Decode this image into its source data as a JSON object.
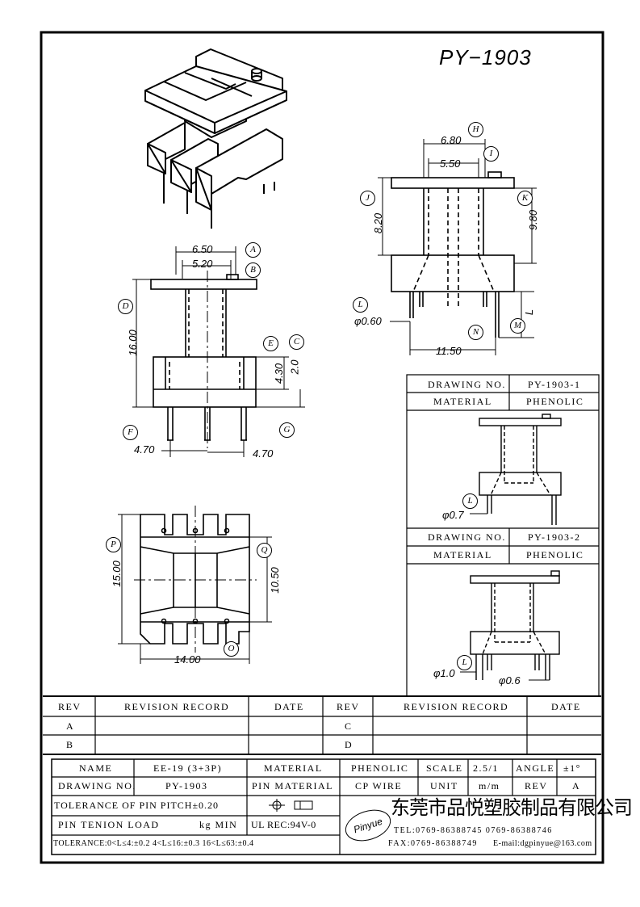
{
  "title": "PY−1903",
  "views": {
    "top": {
      "A": "A",
      "B": "B",
      "C": "C",
      "D": "D",
      "E": "E",
      "F": "F",
      "G": "G",
      "dim_a": "6.50",
      "dim_b": "5.20",
      "dim_d": "16.00",
      "dim_e": "4.30",
      "dim_c": "2.0",
      "dim_f": "4.70",
      "dim_g": "4.70"
    },
    "side": {
      "H": "H",
      "I": "I",
      "J": "J",
      "K": "K",
      "L": "L",
      "M": "M",
      "N": "N",
      "dim_h": "6.80",
      "dim_i": "5.50",
      "dim_j": "8.20",
      "dim_k": "9.80",
      "dim_l": "φ0.60",
      "dim_n": "11.50",
      "dim_m": "L"
    },
    "bottom": {
      "P": "P",
      "Q": "Q",
      "O": "O",
      "dim_p": "15.00",
      "dim_q": "10.50",
      "dim_o": "14.00"
    },
    "variant1": {
      "L": "L",
      "dim": "φ0.7"
    },
    "variant2": {
      "L": "L",
      "dim1": "φ1.0",
      "dim2": "φ0.6"
    }
  },
  "variant_tables": [
    {
      "drawing_no_label": "DRAWING NO.",
      "drawing_no": "PY-1903-1",
      "material_label": "MATERIAL",
      "material": "PHENOLIC"
    },
    {
      "drawing_no_label": "DRAWING NO.",
      "drawing_no": "PY-1903-2",
      "material_label": "MATERIAL",
      "material": "PHENOLIC"
    }
  ],
  "revision": {
    "headers": [
      "REV",
      "REVISION RECORD",
      "DATE",
      "REV",
      "REVISION RECORD",
      "DATE"
    ],
    "rows": [
      {
        "rev1": "A",
        "rec1": "",
        "date1": "",
        "rev2": "C",
        "rec2": "",
        "date2": ""
      },
      {
        "rev1": "B",
        "rec1": "",
        "date1": "",
        "rev2": "D",
        "rec2": "",
        "date2": ""
      }
    ]
  },
  "title_block": {
    "name_label": "NAME",
    "name": "EE-19 (3+3P)",
    "material_label": "MATERIAL",
    "material": "PHENOLIC",
    "scale_label": "SCALE",
    "scale": "2.5/1",
    "angle_label": "ANGLE",
    "angle": "±1°",
    "drawing_no_label": "DRAWING NO.",
    "drawing_no": "PY-1903",
    "pin_material_label": "PIN MATERIAL",
    "pin_material": "CP WIRE",
    "unit_label": "UNIT",
    "unit": "m/m",
    "rev_label": "REV",
    "rev": "A",
    "tolerance_pin": "TOLERANCE OF PIN PITCH±0.20",
    "pin_tension": "PIN TENION LOAD",
    "pin_tension_unit": "kg MIN",
    "ul": "UL REC:94V-0",
    "tolerance": "TOLERANCE:0<L≤4:±0.2   4<L≤16:±0.3   16<L≤63:±0.4",
    "company": "东莞市品悦塑胶制品有限公司",
    "logo": "Pinyue",
    "tel": "TEL:0769-86388745     0769-86388746",
    "fax": "FAX:0769-86388749",
    "email": "E-mail:dgpinyue@163.com"
  }
}
